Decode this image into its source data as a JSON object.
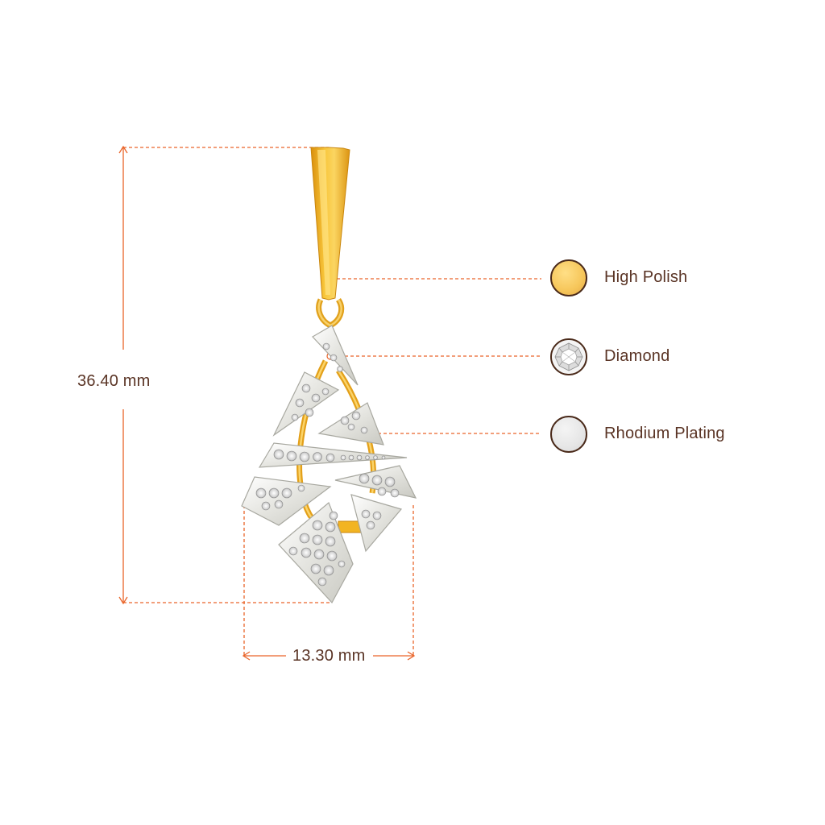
{
  "dimensions": {
    "height_label": "36.40 mm",
    "width_label": "13.30 mm"
  },
  "legend": [
    {
      "label": "High Polish",
      "color": "#f6c75f",
      "icon": "high-polish-swatch-icon"
    },
    {
      "label": "Diamond",
      "color": "#e6e6e6",
      "icon": "diamond-swatch-icon"
    },
    {
      "label": "Rhodium Plating",
      "color": "#e3e3e3",
      "icon": "rhodium-plating-swatch-icon"
    }
  ],
  "colors": {
    "guide_line": "#e9652a",
    "gold": "#f2b422",
    "gold_dark": "#d4880b",
    "silver": "#f1f1ef",
    "text": "#5a3425"
  }
}
